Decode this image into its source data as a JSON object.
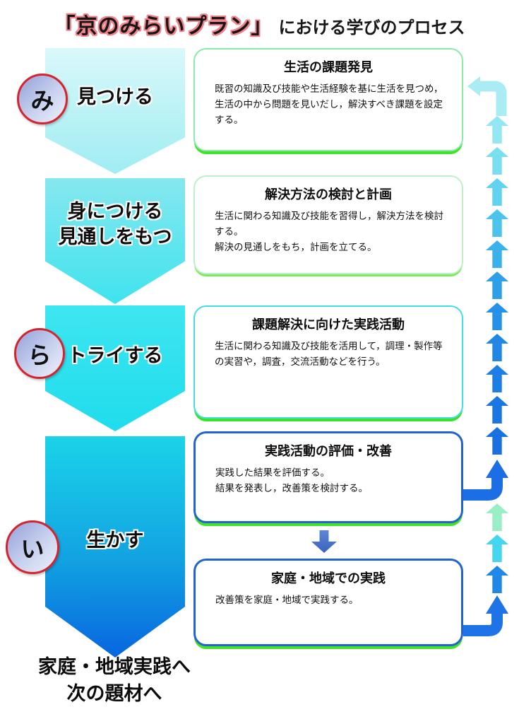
{
  "title": {
    "highlight": "「京のみらいプラン」",
    "suffix": "における学びのプロセス"
  },
  "steps": [
    {
      "badge": "み",
      "lines": [
        "見つける",
        ""
      ]
    },
    {
      "badge": "",
      "lines": [
        "身につける",
        "見通しをもつ"
      ]
    },
    {
      "badge": "ら",
      "lines": [
        "トライする",
        ""
      ]
    },
    {
      "badge": "い",
      "lines": [
        "生かす",
        ""
      ]
    }
  ],
  "cards": [
    {
      "title": "生活の課題発見",
      "body": "既習の知識及び技能や生活経験を基に生活を見つめ，生活の中から問題を見いだし，解決すべき課題を設定する。"
    },
    {
      "title": "解決方法の検討と計画",
      "body": "生活に関わる知識及び技能を習得し，解決方法を検討する。\n解決の見通しをもち，計画を立てる。"
    },
    {
      "title": "課題解決に向けた実践活動",
      "body": "生活に関わる知識及び技能を活用して，調理・製作等の実習や，調査，交流活動などを行う。"
    },
    {
      "title": "実践活動の評価・改善",
      "body": "実践した結果を評価する。\n結果を発表し，改善策を検討する。"
    },
    {
      "title": "家庭・地域での実践",
      "body": "改善策を家庭・地域で実践する。"
    }
  ],
  "footer": {
    "line1": "家庭・地域実践へ",
    "line2": "次の題材へ"
  },
  "colors": {
    "title_outline": "#f2838b",
    "badge_border": "#d4252e",
    "chevron1_top": "#d9f8fa",
    "chevron1_bottom": "#9fedf2",
    "chevron2_top": "#86e7ee",
    "chevron2_bottom": "#3fe3ee",
    "chevron3_top": "#3ee6f0",
    "chevron3_bottom": "#1fdcec",
    "chevron4_top": "#1bd3e9",
    "chevron4_bottom": "#0766df",
    "card_green_border": "#8de9a8",
    "card_cyan_border": "#3fe0df",
    "card_blue_border": "#2264cd",
    "card_green_glow": "#43e22a",
    "down_arrow_blue": "#4371c6",
    "loop_arrow_pale": "#a9ecf4",
    "loop_arrow_blue": "#1c6ee4"
  },
  "right_rail": {
    "upper_arrow_colors": [
      "#93e7f2",
      "#7adef1",
      "#61d2ef",
      "#4cc3ed",
      "#3bb1eb",
      "#2ea0e9",
      "#2591e8",
      "#2087e7",
      "#1d7ee5",
      "#1b76e3",
      "#1a70e1"
    ],
    "lower_arrow_colors": [
      "#9aeec6",
      "#45d5ee",
      "#2188e8"
    ]
  }
}
